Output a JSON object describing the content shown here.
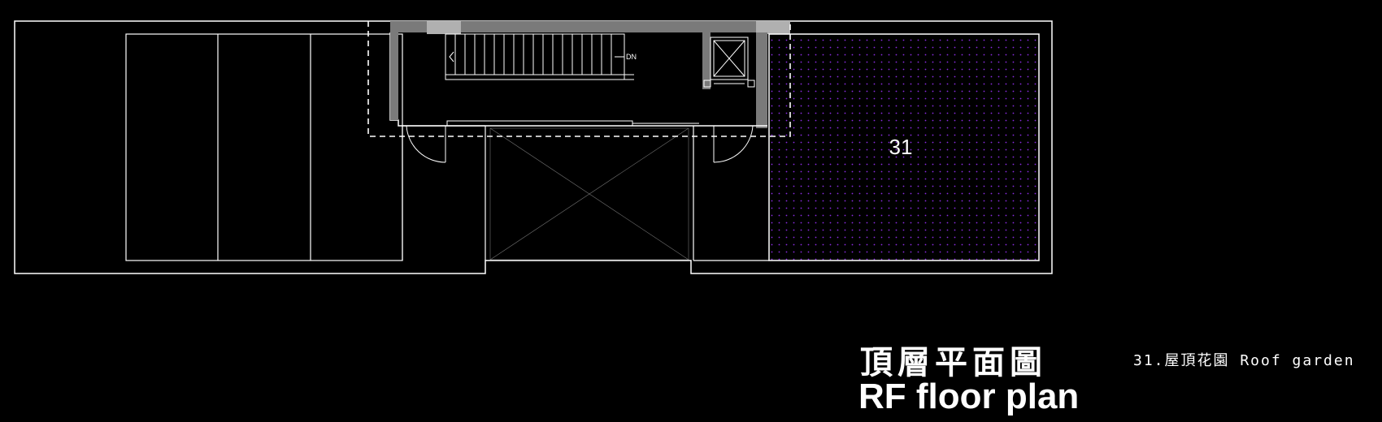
{
  "room_tag": "31",
  "stair_label": "DN",
  "title": {
    "chinese": "頂層平面圖",
    "english": "RF floor plan"
  },
  "legend": [
    {
      "text": "31.屋頂花園  Roof garden"
    }
  ],
  "colors": {
    "background": "#000000",
    "lines": "#ffffff",
    "garden_dots": "#8a2be2",
    "wall_fill": "#7a7a7a"
  }
}
